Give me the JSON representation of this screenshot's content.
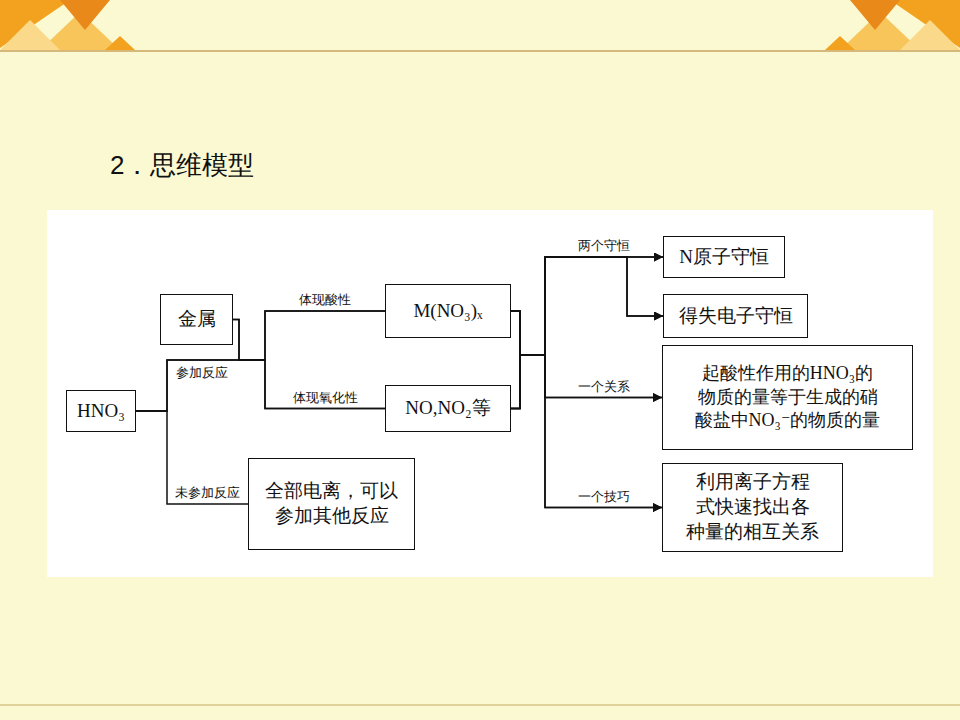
{
  "diagram": {
    "title": "2．思维模型",
    "nodes": [
      {
        "text": [
          "金属"
        ]
      },
      {
        "text": [
          "HNO₃"
        ]
      },
      {
        "text": [
          "M(NO₃)ₓ"
        ]
      },
      {
        "text": [
          "NO,NO₂等"
        ]
      },
      {
        "text": [
          "全部电离，可以 参加其他反应"
        ]
      },
      {
        "text": [
          "N原子守恒"
        ]
      },
      {
        "text": [
          "得失电子守恒"
        ]
      },
      {
        "text": [
          "起酸性作用的HNO₃的 物质的量等于生成的硝 酸盐中NO₃⁻的物质的量"
        ]
      },
      {
        "text": [
          "利用离子方程 式快速找出各 种量的相互关系"
        ]
      }
    ],
    "edges": [
      {
        "from": 1,
        "to": 2,
        "arrow": "none",
        "label": "体现酸性"
      },
      {
        "from": 1,
        "to": 3,
        "arrow": "none",
        "label": "体现氧化性"
      },
      {
        "from": 0,
        "to": 2,
        "arrow": "none"
      },
      {
        "from": 0,
        "to": 3,
        "arrow": "none"
      },
      {
        "from": 1,
        "to": 4,
        "arrow": "none",
        "label": "未参加反应"
      },
      {
        "from": 2,
        "to": 5,
        "arrow": "to",
        "label": "两个守恒"
      },
      {
        "from": 2,
        "to": 6,
        "arrow": "to"
      },
      {
        "from": 2,
        "to": 7,
        "arrow": "to",
        "label": "一个关系"
      },
      {
        "from": 2,
        "to": 8,
        "arrow": "to",
        "label": "一个技巧"
      },
      {
        "from": 3,
        "to": 5,
        "arrow": "to"
      },
      {
        "from": 3,
        "to": 6,
        "arrow": "to"
      },
      {
        "from": 3,
        "to": 7,
        "arrow": "to"
      },
      {
        "from": 3,
        "to": 8,
        "arrow": "to"
      }
    ],
    "labels": [
      "参加反应"
    ]
  }
}
